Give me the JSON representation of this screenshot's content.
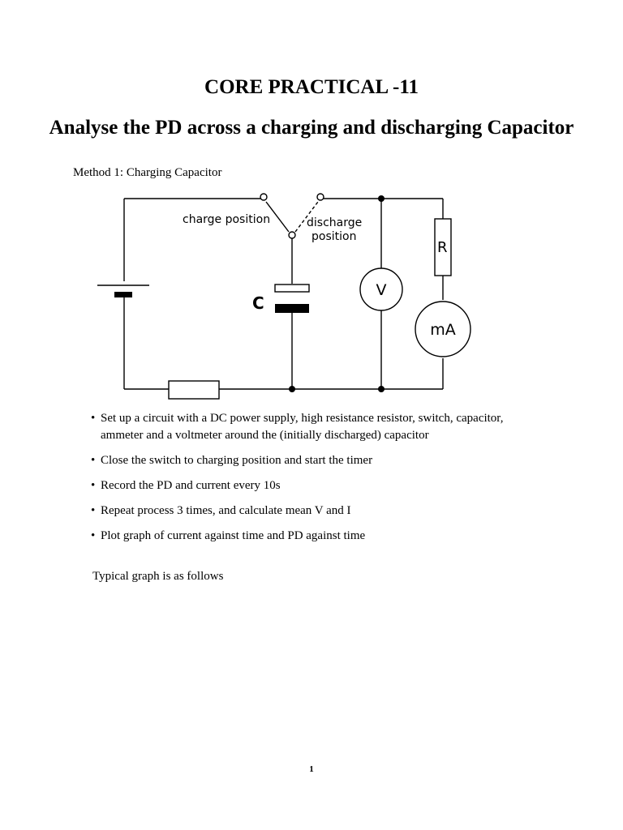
{
  "title": "CORE PRACTICAL -11",
  "subtitle": "Analyse the PD across a charging and discharging Capacitor",
  "method_heading": "Method 1: Charging Capacitor",
  "diagram": {
    "label_charge": "charge position",
    "label_discharge_1": "discharge",
    "label_discharge_2": "position",
    "label_capacitor": "C",
    "label_resistor": "R",
    "label_voltmeter": "V",
    "label_ammeter": "mA"
  },
  "steps": [
    "Set up a circuit with a DC power supply, high resistance resistor, switch, capacitor, ammeter and a voltmeter around the (initially discharged) capacitor",
    "Close the switch to charging position and start the timer",
    "Record the PD and current every 10s",
    "Repeat process 3 times, and calculate mean V and I",
    "Plot graph of current against time and PD against time"
  ],
  "closing": "Typical graph is as follows",
  "page_number": "1"
}
